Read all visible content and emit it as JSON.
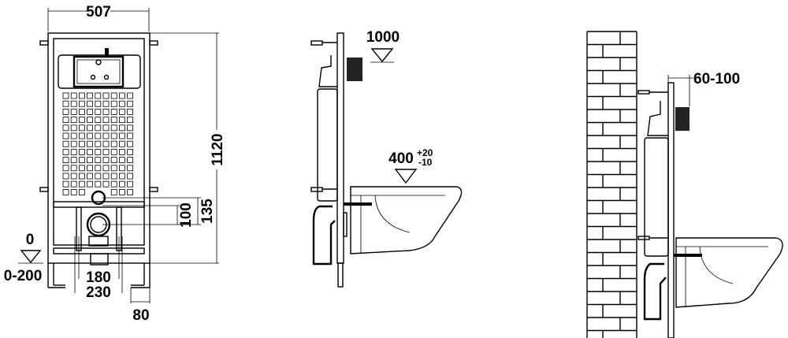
{
  "front_view": {
    "width_label": "507",
    "height_label": "1120",
    "dim_100": "100",
    "dim_135": "135",
    "floor_level": "0",
    "floor_range": "0-200",
    "dim_180": "180",
    "dim_230": "230",
    "foot_width": "80"
  },
  "side_view": {
    "button_height": "1000",
    "seat_height": "400",
    "seat_tol_plus": "+20",
    "seat_tol_minus": "-10"
  },
  "wall_view": {
    "wall_gap": "60-100"
  },
  "colors": {
    "line": "#000000",
    "background": "#ffffff"
  }
}
